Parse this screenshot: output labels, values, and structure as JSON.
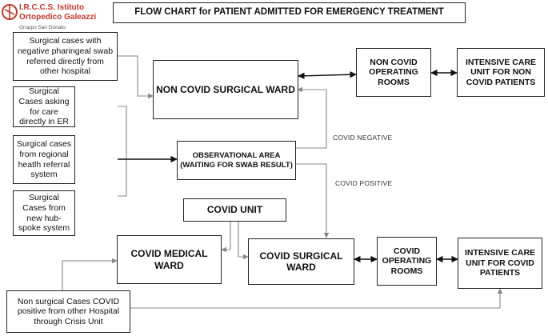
{
  "header": {
    "logo": {
      "line1": "I.R.C.C.S. Istituto",
      "line2": "Ortopedico Galeazzi",
      "line3": "Gruppo San Donato"
    },
    "title": "FLOW CHART for PATIENT ADMITTED FOR EMERGENCY TREATMENT"
  },
  "sources": {
    "pharyngeal": "Surgical cases with negative pharingeal swab referred directly from other hospital",
    "er": "Surgical Cases asking for care directly in ER",
    "regional": "Surgical cases from regional heatlh referral system",
    "hub": "Surgical Cases from new hub-spoke system",
    "nonsurgical": "Non surgical Cases COVID positive from other Hospital through Crisis Unit"
  },
  "nodes": {
    "noncovid_ward": "NON COVID SURGICAL WARD",
    "noncovid_or": "NON COVID OPERATING ROOMS",
    "icu_noncovid": "INTENSIVE CARE UNIT FOR NON COVID PATIENTS",
    "observational": "OBSERVATIONAL AREA (WAITING FOR SWAB RESULT)",
    "covid_unit": "COVID UNIT",
    "covid_medical": "COVID MEDICAL WARD",
    "covid_surgical": "COVID SURGICAL WARD",
    "covid_or": "COVID OPERATING ROOMS",
    "icu_covid": "INTENSIVE CARE UNIT FOR COVID PATIENTS"
  },
  "edge_labels": {
    "negative": "COVID NEGATIVE",
    "positive": "COVID POSITIVE"
  },
  "colors": {
    "logo_red": "#c0392b",
    "line": "#888888",
    "bold_line": "#111111"
  }
}
